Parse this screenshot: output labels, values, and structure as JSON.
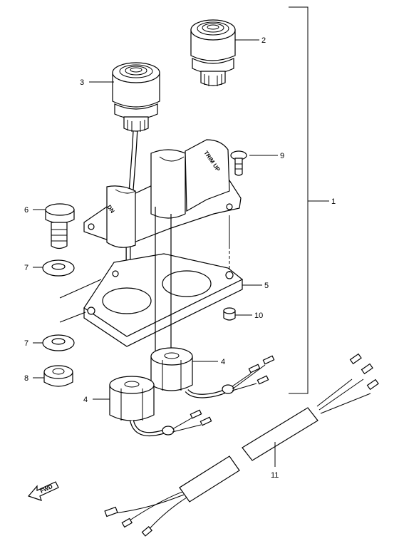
{
  "callouts": {
    "c1": "1",
    "c2": "2",
    "c3": "3",
    "c4a": "4",
    "c4b": "4",
    "c5": "5",
    "c6": "6",
    "c7a": "7",
    "c7b": "7",
    "c8": "8",
    "c9": "9",
    "c10": "10",
    "c11": "11"
  },
  "embossed": {
    "trim_up": "TRIM UP",
    "dn": "DN"
  },
  "fwd": {
    "label": "FWD"
  }
}
